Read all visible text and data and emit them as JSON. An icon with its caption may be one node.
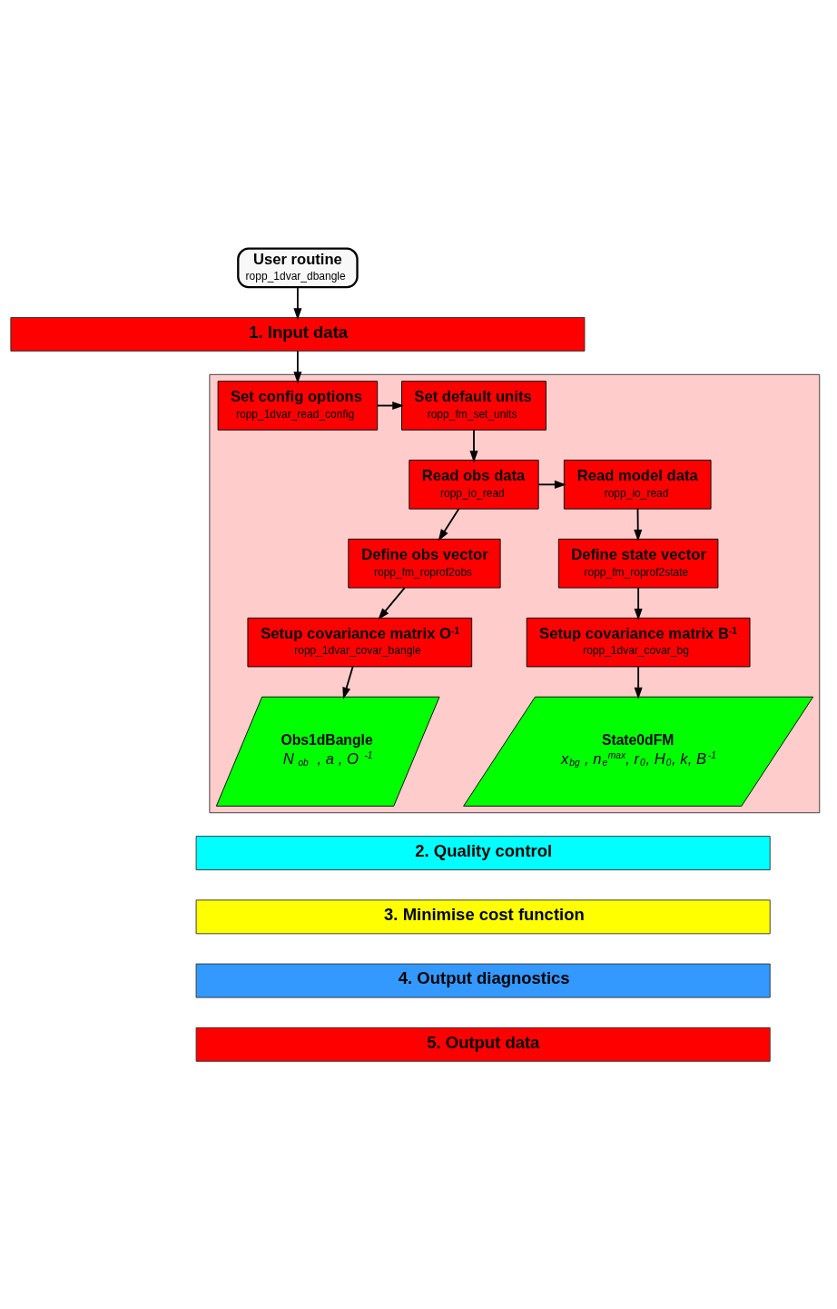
{
  "diagram": {
    "nodes": [
      {
        "text": [
          "User routine",
          "ropp_1dvar_dbangle"
        ]
      },
      {
        "text": [
          "1. Input data"
        ]
      },
      {
        "text": [],
        "shape": "box"
      },
      {
        "text": [
          "Set config options",
          "ropp_1dvar_read_config"
        ],
        "in": 2
      },
      {
        "text": [
          "Set default units",
          "ropp_fm_set_units"
        ],
        "in": 2
      },
      {
        "text": [
          "Read model data",
          "ropp_io_read"
        ],
        "in": 2
      },
      {
        "text": [
          "Read obs data",
          "ropp_io_read"
        ],
        "in": 2
      },
      {
        "text": [
          "Define state vector",
          "ropp_fm_roprof2state"
        ],
        "in": 2
      },
      {
        "text": [
          "Define obs vector",
          "ropp_fm_roprof2obs"
        ],
        "in": 2
      },
      {
        "text": [
          "Setup covariance matrix B$^{-1}$",
          "ropp_1dvar_covar_bg"
        ],
        "in": 2
      },
      {
        "text": [
          "Setup covariance matrix O$^{-1}$",
          "ropp_1dvar_covar_bangle"
        ],
        "in": 2
      },
      {
        "text": [
          "State0dFM",
          "x$_{bg}$ , n$_{e}$$^{max}$, r$_{0}$, H$_{0}$, k, B$^{-1}$"
        ],
        "in": 2
      },
      {
        "text": [
          "Obs1dBangle",
          "N$_{ob}$ , a , O$^{-1}$"
        ],
        "in": 2
      },
      {
        "text": [
          "2. Quality control"
        ]
      },
      {
        "text": [
          "3. Minimise cost function"
        ]
      },
      {
        "text": [
          "4. Output diagnostics"
        ]
      },
      {
        "text": [
          "5. Output data"
        ]
      }
    ],
    "edges": [
      {
        "from": 0,
        "to": 1,
        "arrow": "to"
      },
      {
        "from": 1,
        "to": 3,
        "arrow": "to"
      },
      {
        "from": 3,
        "to": 4,
        "arrow": "to"
      },
      {
        "from": 4,
        "to": 6,
        "arrow": "to"
      },
      {
        "from": 6,
        "to": 5,
        "arrow": "to"
      },
      {
        "from": 5,
        "to": 7,
        "arrow": "to"
      },
      {
        "from": 7,
        "to": 9,
        "arrow": "to"
      },
      {
        "from": 9,
        "to": 11,
        "arrow": "to"
      },
      {
        "from": 6,
        "to": 8,
        "arrow": "to"
      },
      {
        "from": 8,
        "to": 10,
        "arrow": "to"
      },
      {
        "from": 10,
        "to": 12,
        "arrow": "to"
      }
    ]
  }
}
